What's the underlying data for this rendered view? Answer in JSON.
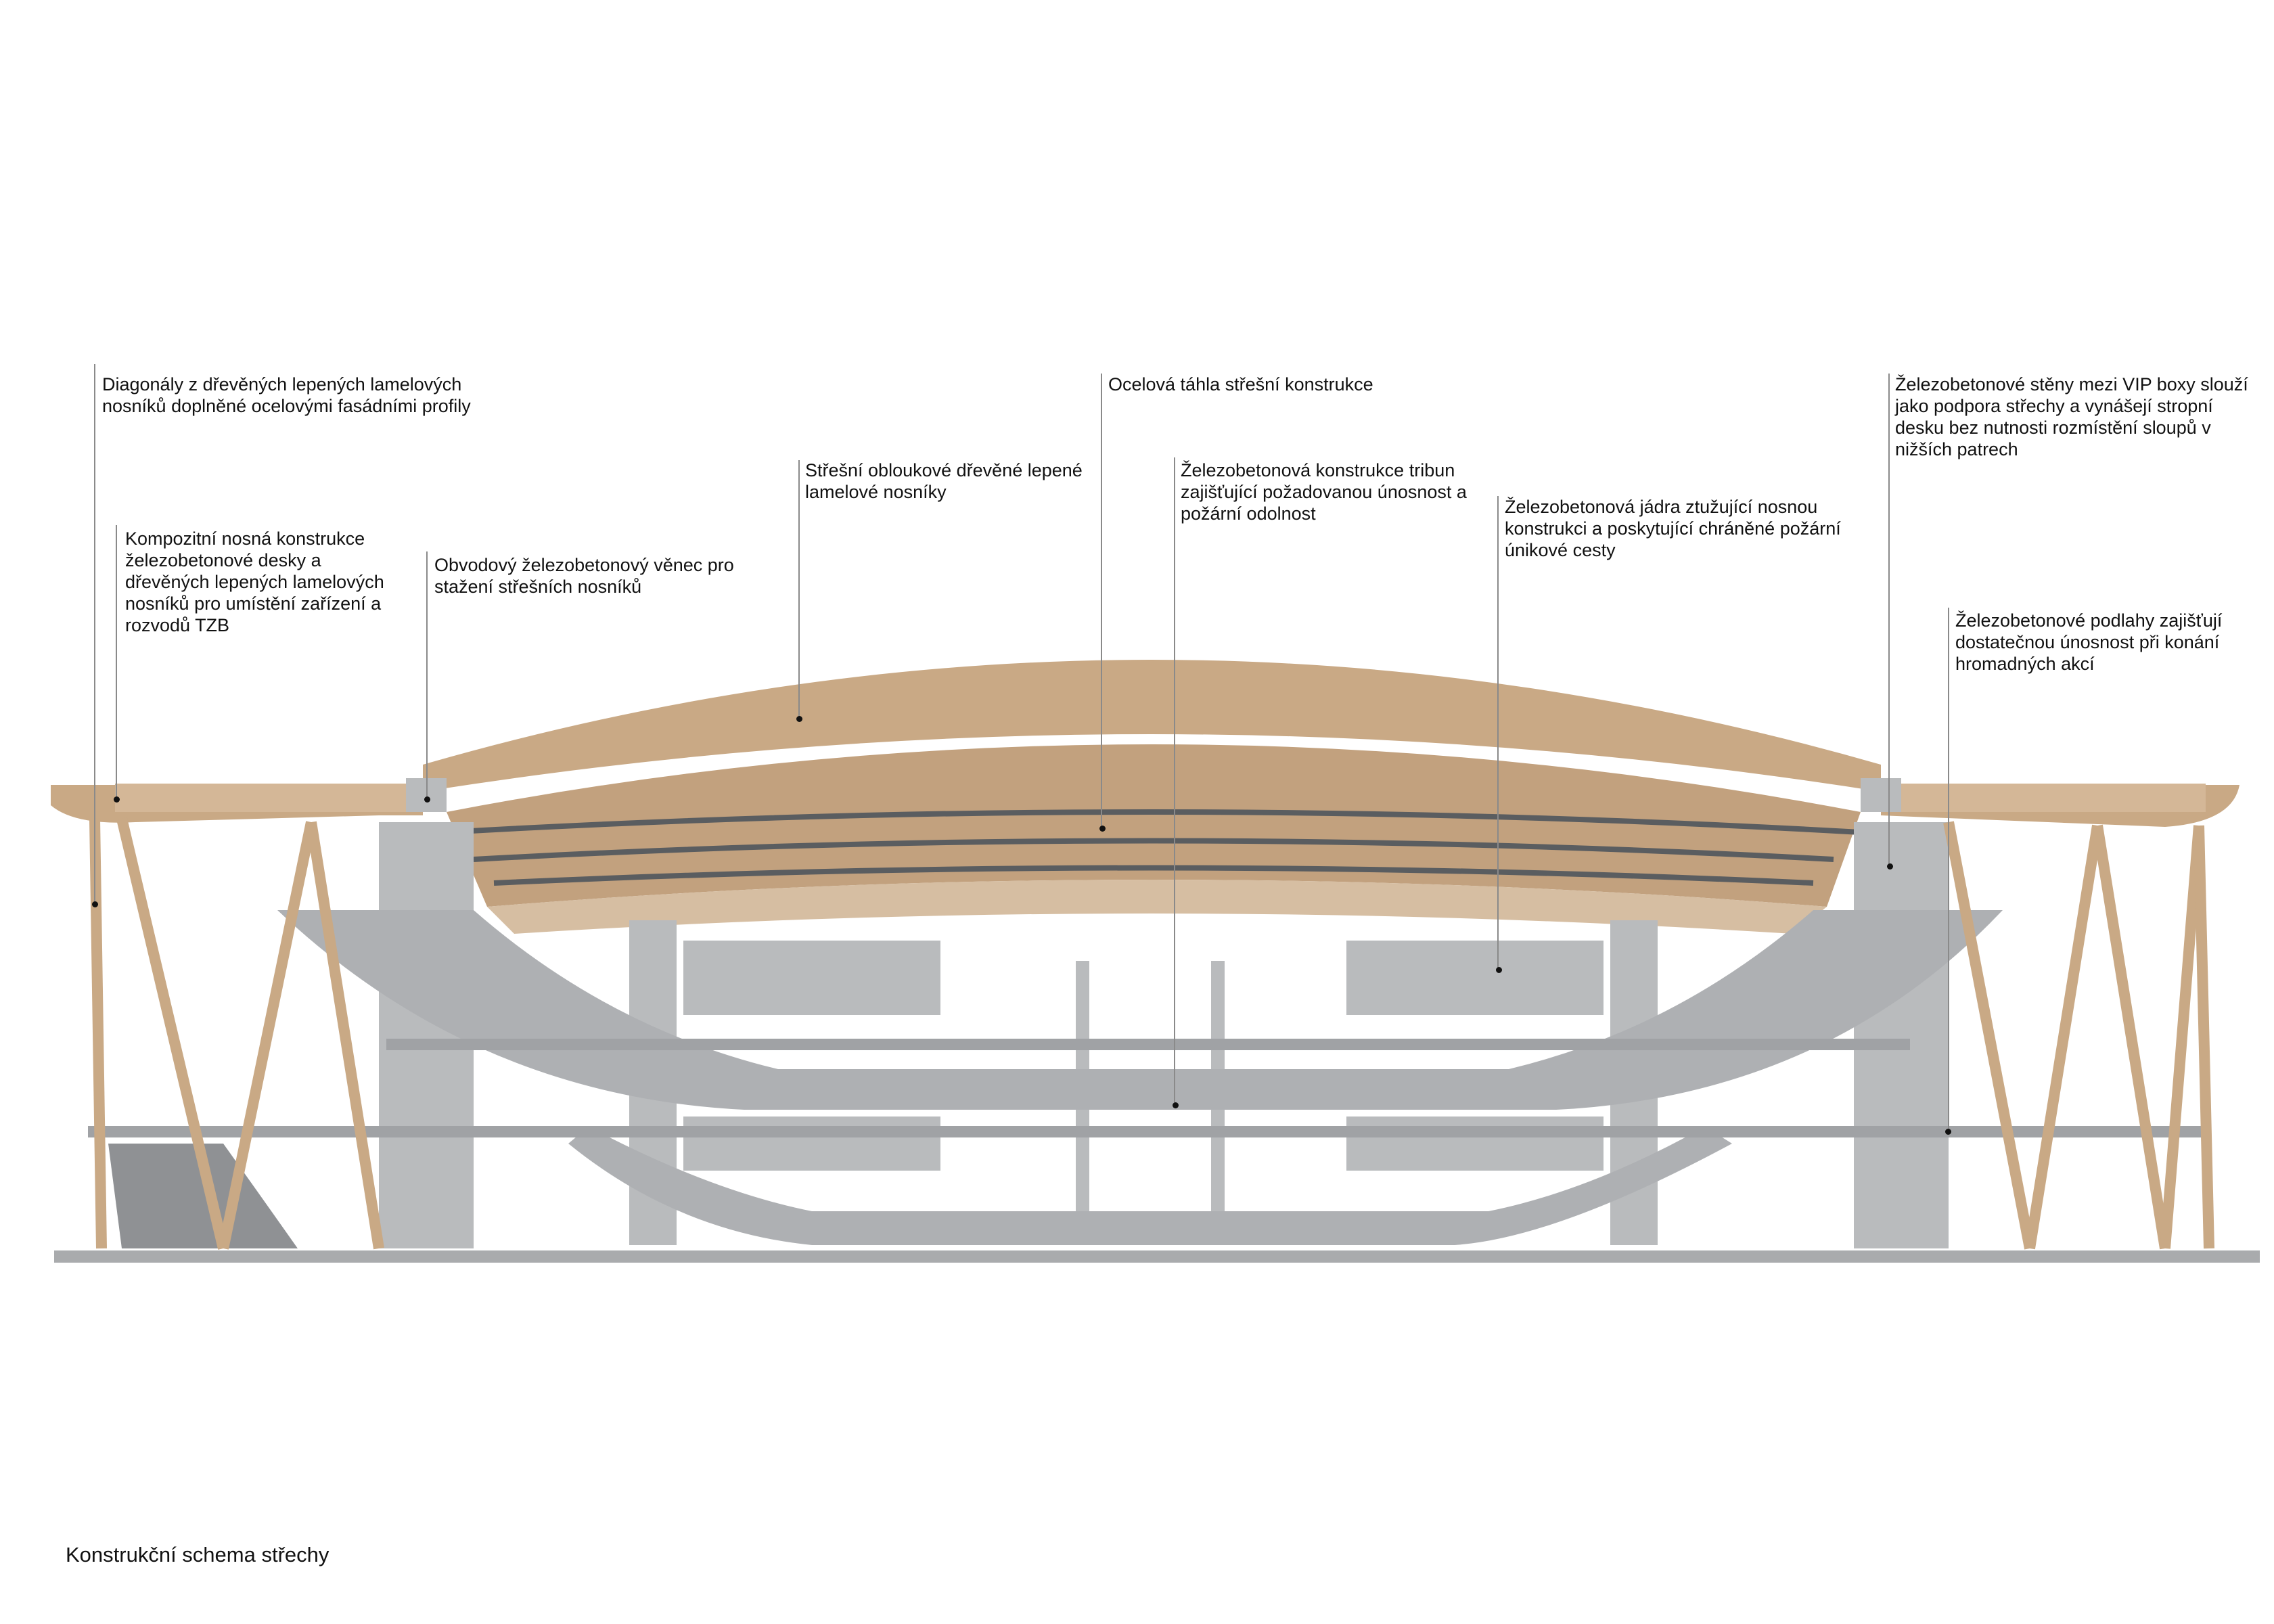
{
  "title": "Konstrukční schema střechy",
  "annotations": [
    {
      "id": "diagonaly",
      "text": "Diagonály z dřevěných lepených lamelových\nnosníků doplněné ocelovými fasádními profily"
    },
    {
      "id": "kompozitni",
      "text": "Kompozitní nosná konstrukce\nželezobetonové desky a\ndřevěných lepených lamelových\nnosníků pro umístění zařízení a\nrozvodů TZB"
    },
    {
      "id": "obvodovy",
      "text": "Obvodový železobetonový věnec pro\nstažení střešních nosníků"
    },
    {
      "id": "stresni",
      "text": "Střešní obloukové dřevěné lepené\nlamelové nosníky"
    },
    {
      "id": "ocelova",
      "text": "Ocelová táhla střešní konstrukce"
    },
    {
      "id": "tribuny",
      "text": "Železobetonová konstrukce tribun\nzajišťující požadovanou únosnost a\npožární odolnost"
    },
    {
      "id": "jadra",
      "text": "Železobetonová jádra ztužující nosnou\nkonstrukci a poskytující chráněné požární\núnikové cesty"
    },
    {
      "id": "steny",
      "text": "Železobetonové stěny mezi VIP boxy slouží\njako podpora střechy a vynášejí stropní\ndesku bez nutnosti rozmístění sloupů v\nnižších patrech"
    },
    {
      "id": "podlahy",
      "text": "Železobetonové podlahy zajišťují\ndostatečnou únosnost při konání\nhromadných akcí"
    }
  ],
  "colors": {
    "timber": "#c9a985",
    "timber_dark": "#a8876a",
    "concrete": "#b9bbbd",
    "concrete_dark": "#8f9194",
    "steel": "#5a5d60"
  }
}
